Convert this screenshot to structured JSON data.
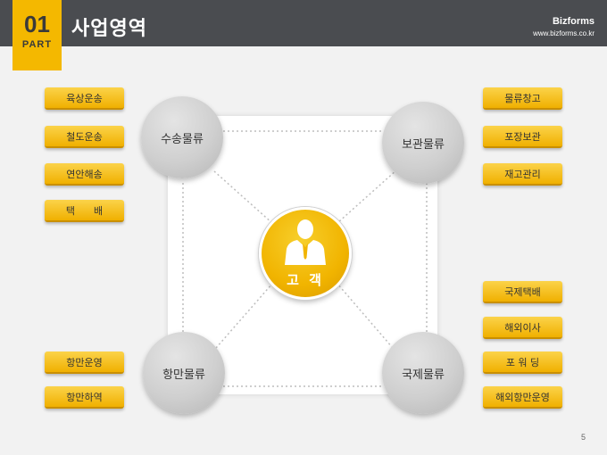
{
  "header": {
    "part_number": "01",
    "part_label": "PART",
    "title": "사업영역",
    "brand": "Bizforms",
    "brand_url": "www.bizforms.co.kr"
  },
  "diagram": {
    "center": "고 객",
    "nodes": {
      "top_left": "수송물류",
      "top_right": "보관물류",
      "bottom_left": "항만물류",
      "bottom_right": "국제물류"
    },
    "left_top_tags": [
      "육상운송",
      "철도운송",
      "연안해송",
      "택      배"
    ],
    "left_bottom_tags": [
      "항만운영",
      "항만하역"
    ],
    "right_top_tags": [
      "물류창고",
      "포장보관",
      "재고관리"
    ],
    "right_bottom_tags": [
      "국제택배",
      "해외이사",
      "포 워 딩",
      "해외항만운영"
    ]
  },
  "colors": {
    "accent": "#f4b800",
    "header_bg": "#4a4c50",
    "node_gray": "#c8c8c8"
  },
  "icons": {
    "center_icon": "person-suit-icon"
  },
  "page_number": "5"
}
